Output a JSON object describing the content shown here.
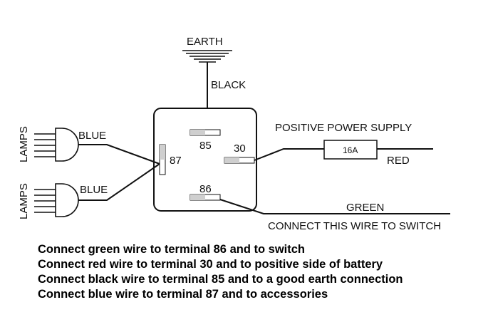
{
  "labels": {
    "earth": "EARTH",
    "black": "BLACK",
    "positive_supply": "POSITIVE POWER SUPPLY",
    "red": "RED",
    "green": "GREEN",
    "connect_switch": "CONNECT THIS WIRE TO SWITCH",
    "blue_top": "BLUE",
    "blue_bottom": "BLUE",
    "lamps_top": "LAMPS",
    "lamps_bottom": "LAMPS"
  },
  "terminals": {
    "t85": "85",
    "t86": "86",
    "t30": "30",
    "t87": "87"
  },
  "fuse": {
    "rating": "16A"
  },
  "instructions": [
    "Connect green wire to terminal 86 and to switch",
    "Connect red wire to terminal 30 and to positive side of battery",
    "Connect black wire to terminal 85 and to a good earth connection",
    "Connect blue wire to terminal 87 and to accessories"
  ],
  "colors": {
    "line": "#111111",
    "background": "#ffffff"
  }
}
